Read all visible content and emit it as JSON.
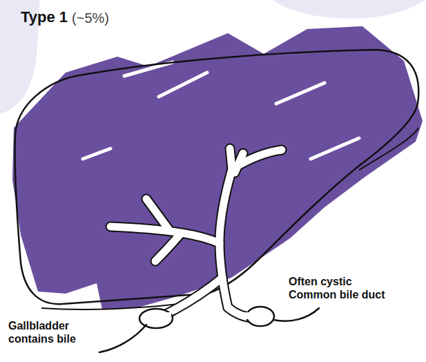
{
  "diagram": {
    "title": "Type 1",
    "labels": [
      "(~5%)",
      "Often cystic Common bile duct",
      "Gallbladder contains bile"
    ]
  }
}
